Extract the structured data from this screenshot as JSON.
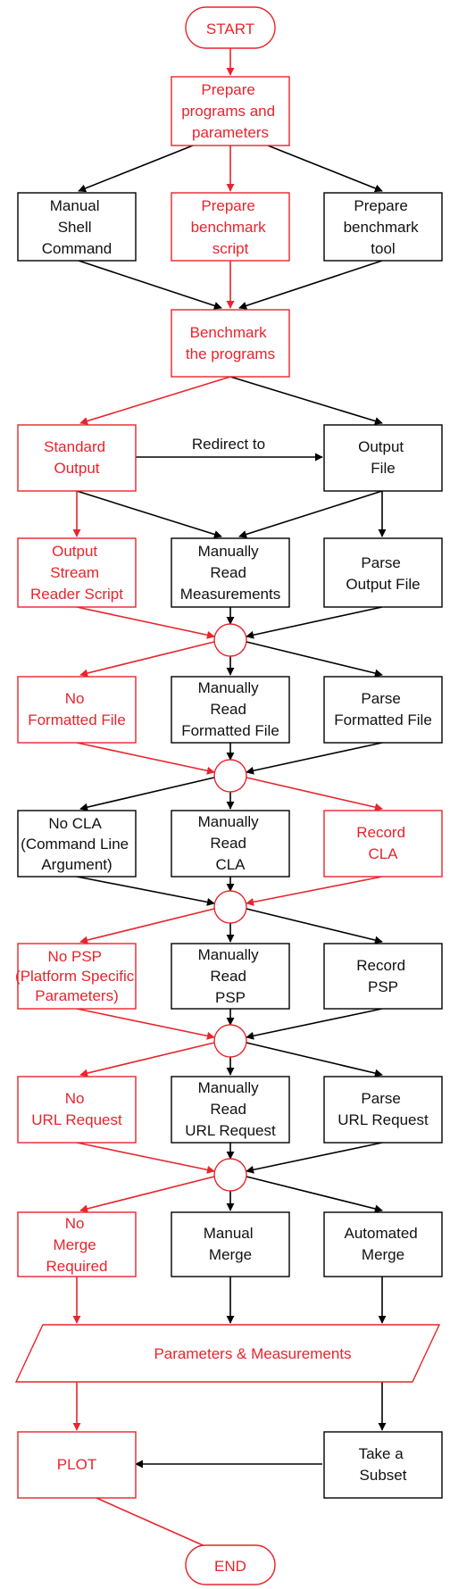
{
  "colors": {
    "red": "#e8242c",
    "black": "#000000"
  },
  "flowchart": {
    "start": "START",
    "prepare": [
      "Prepare",
      "programs and",
      "parameters"
    ],
    "manual_shell": [
      "Manual",
      "Shell",
      "Command"
    ],
    "prepare_script": [
      "Prepare",
      "benchmark",
      "script"
    ],
    "prepare_tool": [
      "Prepare",
      "benchmark",
      "tool"
    ],
    "benchmark": [
      "Benchmark",
      "the programs"
    ],
    "standard_output": [
      "Standard",
      "Output"
    ],
    "redirect": "Redirect to",
    "output_file": [
      "Output",
      "File"
    ],
    "stream_reader": [
      "Output",
      "Stream",
      "Reader Script"
    ],
    "read_measurements": [
      "Manually",
      "Read",
      "Measurements"
    ],
    "parse_output": [
      "Parse",
      "Output File"
    ],
    "no_formatted": [
      "No",
      "Formatted File"
    ],
    "read_formatted": [
      "Manually",
      "Read",
      "Formatted File"
    ],
    "parse_formatted": [
      "Parse",
      "Formatted File"
    ],
    "no_cla": [
      "No CLA",
      "(Command Line",
      "Argument)"
    ],
    "read_cla": [
      "Manually",
      "Read",
      "CLA"
    ],
    "record_cla": [
      "Record",
      "CLA"
    ],
    "no_psp": [
      "No PSP",
      "(Platform Specific",
      "Parameters)"
    ],
    "read_psp": [
      "Manually",
      "Read",
      "PSP"
    ],
    "record_psp": [
      "Record",
      "PSP"
    ],
    "no_url": [
      "No",
      "URL Request"
    ],
    "read_url": [
      "Manually",
      "Read",
      "URL Request"
    ],
    "parse_url": [
      "Parse",
      "URL Request"
    ],
    "no_merge": [
      "No",
      "Merge",
      "Required"
    ],
    "manual_merge": [
      "Manual",
      "Merge"
    ],
    "auto_merge": [
      "Automated",
      "Merge"
    ],
    "params_measurements": "Parameters & Measurements",
    "plot": "PLOT",
    "subset": [
      "Take a",
      "Subset"
    ],
    "end": "END"
  }
}
